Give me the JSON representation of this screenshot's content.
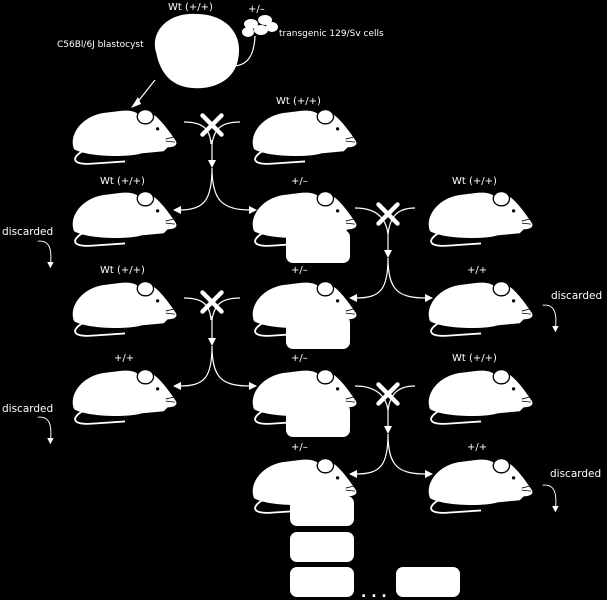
{
  "labels": {
    "blastocyst_genotype": "Wt (+/+)",
    "cells_genotype": "+/–",
    "blastocyst": "C56Bl/6J blastocyst",
    "cells": "transgenic 129/Sv cells",
    "g0_partner": "Wt (+/+)",
    "g1_left": "Wt (+/+)",
    "g1_mid": "+/–",
    "g1_right": "Wt (+/+)",
    "g2_left": "Wt (+/+)",
    "g2_mid": "+/–",
    "g2_right": "+/+",
    "g3_left": "+/+",
    "g3_mid": "+/–",
    "g3_right": "Wt (+/+)",
    "g4_mid": "+/–",
    "g4_right": "+/+",
    "discarded_1": "discarded",
    "discarded_2": "discarded",
    "discarded_3": "discarded",
    "discarded_4": "discarded",
    "ellipsis": ". . ."
  }
}
